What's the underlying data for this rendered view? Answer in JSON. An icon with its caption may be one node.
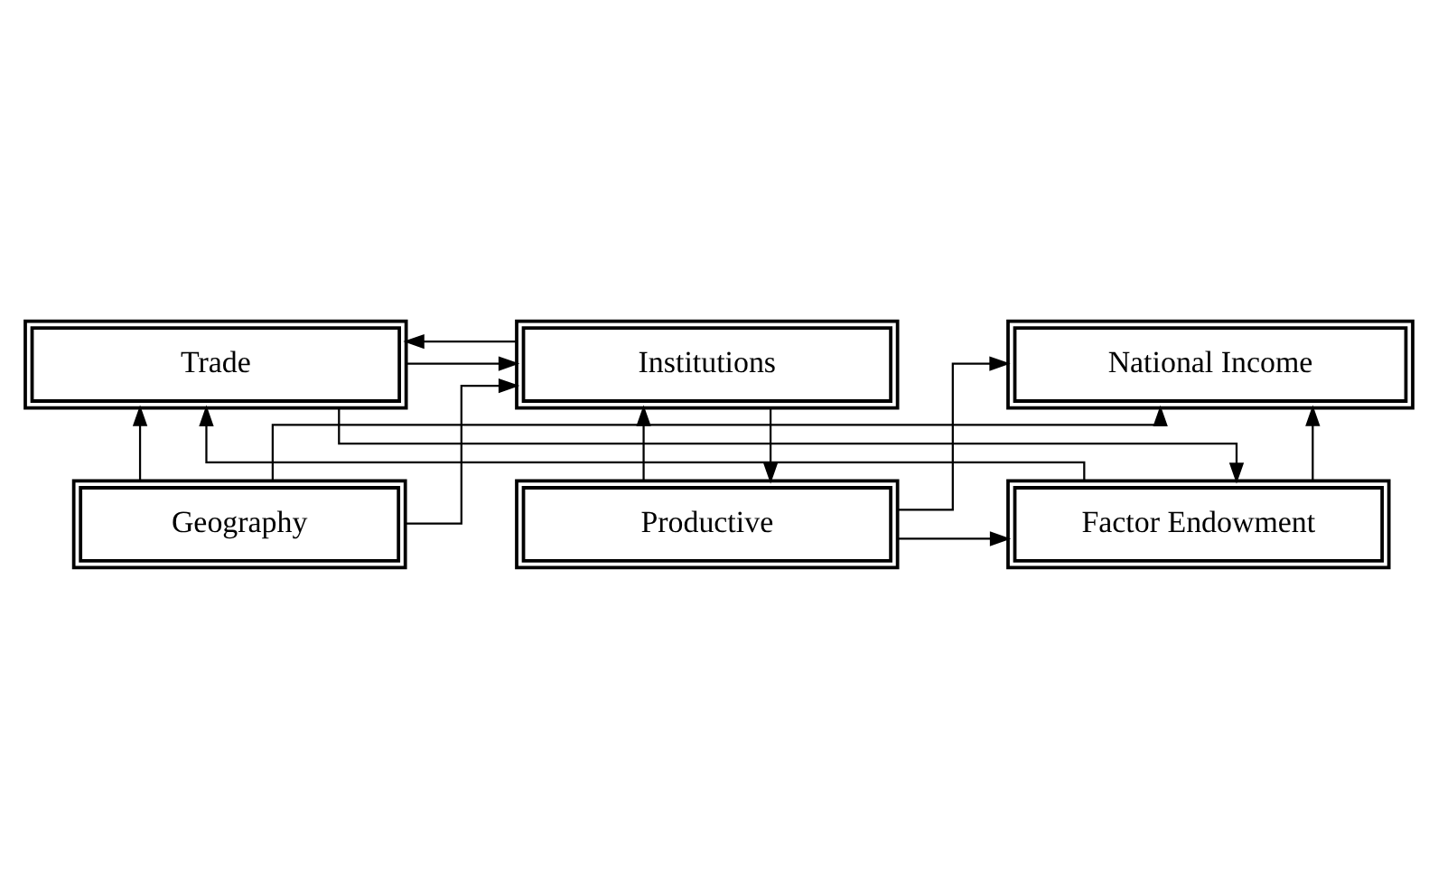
{
  "diagram": {
    "nodes": [
      {
        "text": [
          "National Income"
        ]
      },
      {
        "text": [
          "Factor Endowment"
        ]
      },
      {
        "text": [
          "Productive"
        ]
      },
      {
        "text": [
          "Trade"
        ]
      },
      {
        "text": [
          "Institutions"
        ]
      },
      {
        "text": [
          "Geography"
        ]
      }
    ],
    "edges": [
      {
        "from": 1,
        "to": 0,
        "arrow": "to"
      },
      {
        "from": 2,
        "to": 0,
        "arrow": "to"
      },
      {
        "from": 2,
        "to": 1,
        "arrow": "to"
      },
      {
        "from": 3,
        "to": 1,
        "arrow": "to"
      },
      {
        "from": 1,
        "to": 3,
        "arrow": "to"
      },
      {
        "from": 4,
        "to": 2,
        "arrow": "to"
      },
      {
        "from": 2,
        "to": 4,
        "arrow": "to"
      },
      {
        "from": 4,
        "to": 3,
        "arrow": "to"
      },
      {
        "from": 3,
        "to": 4,
        "arrow": "to"
      },
      {
        "from": 5,
        "to": 3,
        "arrow": "to"
      },
      {
        "from": 5,
        "to": 4,
        "arrow": "to"
      },
      {
        "from": 5,
        "to": 0,
        "arrow": "to"
      }
    ]
  }
}
